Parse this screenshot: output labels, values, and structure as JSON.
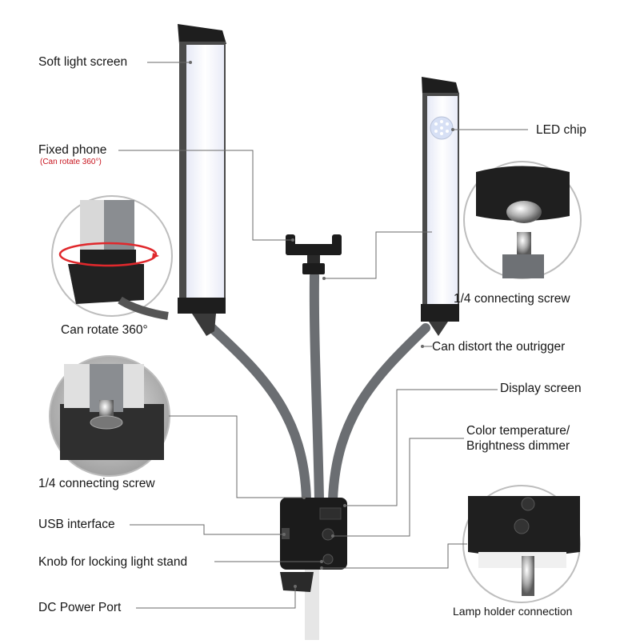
{
  "labels": {
    "soft_light_screen": "Soft light screen",
    "fixed_phone": "Fixed phone",
    "fixed_phone_note": "(Can rotate 360°)",
    "can_rotate": "Can rotate 360°",
    "connecting_screw_left": "1/4 connecting screw",
    "usb_interface": "USB interface",
    "knob_locking": "Knob for locking light stand",
    "dc_power_port": "DC Power Port",
    "led_chip": "LED chip",
    "connecting_screw_right": "1/4 connecting screw",
    "can_distort": "Can distort the outrigger",
    "display_screen": "Display screen",
    "color_temp_line1": "Color temperature/",
    "color_temp_line2": "Brightness dimmer",
    "lamp_holder": "Lamp holder connection"
  },
  "colors": {
    "panel_glow": "#f4f6ff",
    "housing": "#4a4a4a",
    "cap": "#1e1e1e",
    "gooseneck": "#6b6e72",
    "rotate_arrow": "#e0282c"
  }
}
